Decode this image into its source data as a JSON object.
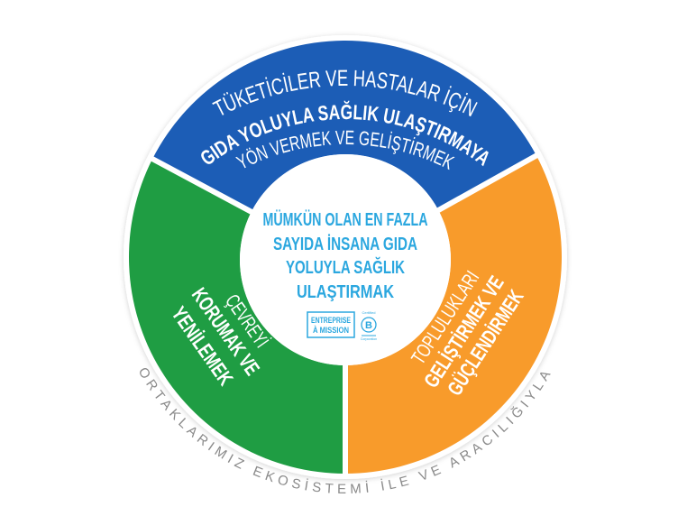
{
  "colors": {
    "blue": "#1c5db6",
    "green": "#1f9d43",
    "orange": "#f89b2b",
    "center_text": "#2ba7df",
    "ring_text": "#8a8a8a"
  },
  "top_segment": {
    "line1": "TÜKETİCİLER VE HASTALAR İÇİN",
    "line2": "GIDA YOLUYLA SAĞLIK ULAŞTIRMAYA",
    "line3": "YÖN VERMEK VE GELİŞTİRMEK"
  },
  "left_segment": {
    "line1": "ÇEVREYİ",
    "line2": "KORUMAK VE",
    "line3": "YENİLEMEK"
  },
  "right_segment": {
    "line1": "TOPLULUKLARI",
    "line2": "GELİŞTİRMEK VE",
    "line3": "GÜÇLENDİRMEK"
  },
  "center": {
    "lines": [
      "MÜMKÜN OLAN EN FAZLA",
      "SAYIDA İNSANA GIDA",
      "YOLUYLA SAĞLIK",
      "ULAŞTIRMAK"
    ],
    "logo_mission": [
      "ENTREPRISE",
      "À MISSION"
    ],
    "logo_bcorp": {
      "top": "Certified",
      "mark": "B",
      "bottom": "Corporation"
    }
  },
  "outer_ring_text": "ORTAKLARIMIZ EKOSİSTEMİ İLE VE ARACILIĞIYLA"
}
